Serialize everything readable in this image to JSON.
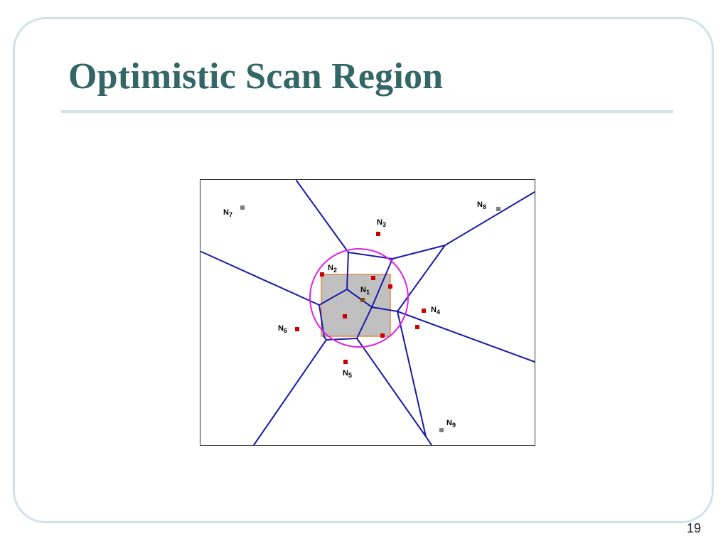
{
  "slide": {
    "title": "Optimistic Scan Region",
    "page_number": "19"
  },
  "diagram": {
    "colors": {
      "voronoi_edges": "#1a1aaa",
      "scan_circle": "#e020e0",
      "scan_rectangle_fill": "#c0c0c0",
      "scan_rectangle_border": "#e07020",
      "node_red": "#cc0000",
      "node_grey": "#808080",
      "node_query": "#8b4513"
    },
    "nodes": [
      {
        "id": "n1",
        "label": "N",
        "sub": "1"
      },
      {
        "id": "n2",
        "label": "N",
        "sub": "2"
      },
      {
        "id": "n3",
        "label": "N",
        "sub": "3"
      },
      {
        "id": "n4",
        "label": "N",
        "sub": "4"
      },
      {
        "id": "n5",
        "label": "N",
        "sub": "5"
      },
      {
        "id": "n6",
        "label": "N",
        "sub": "6"
      },
      {
        "id": "n7",
        "label": "N",
        "sub": "7"
      },
      {
        "id": "n8",
        "label": "N",
        "sub": "8"
      },
      {
        "id": "n9",
        "label": "N",
        "sub": "9"
      }
    ]
  }
}
